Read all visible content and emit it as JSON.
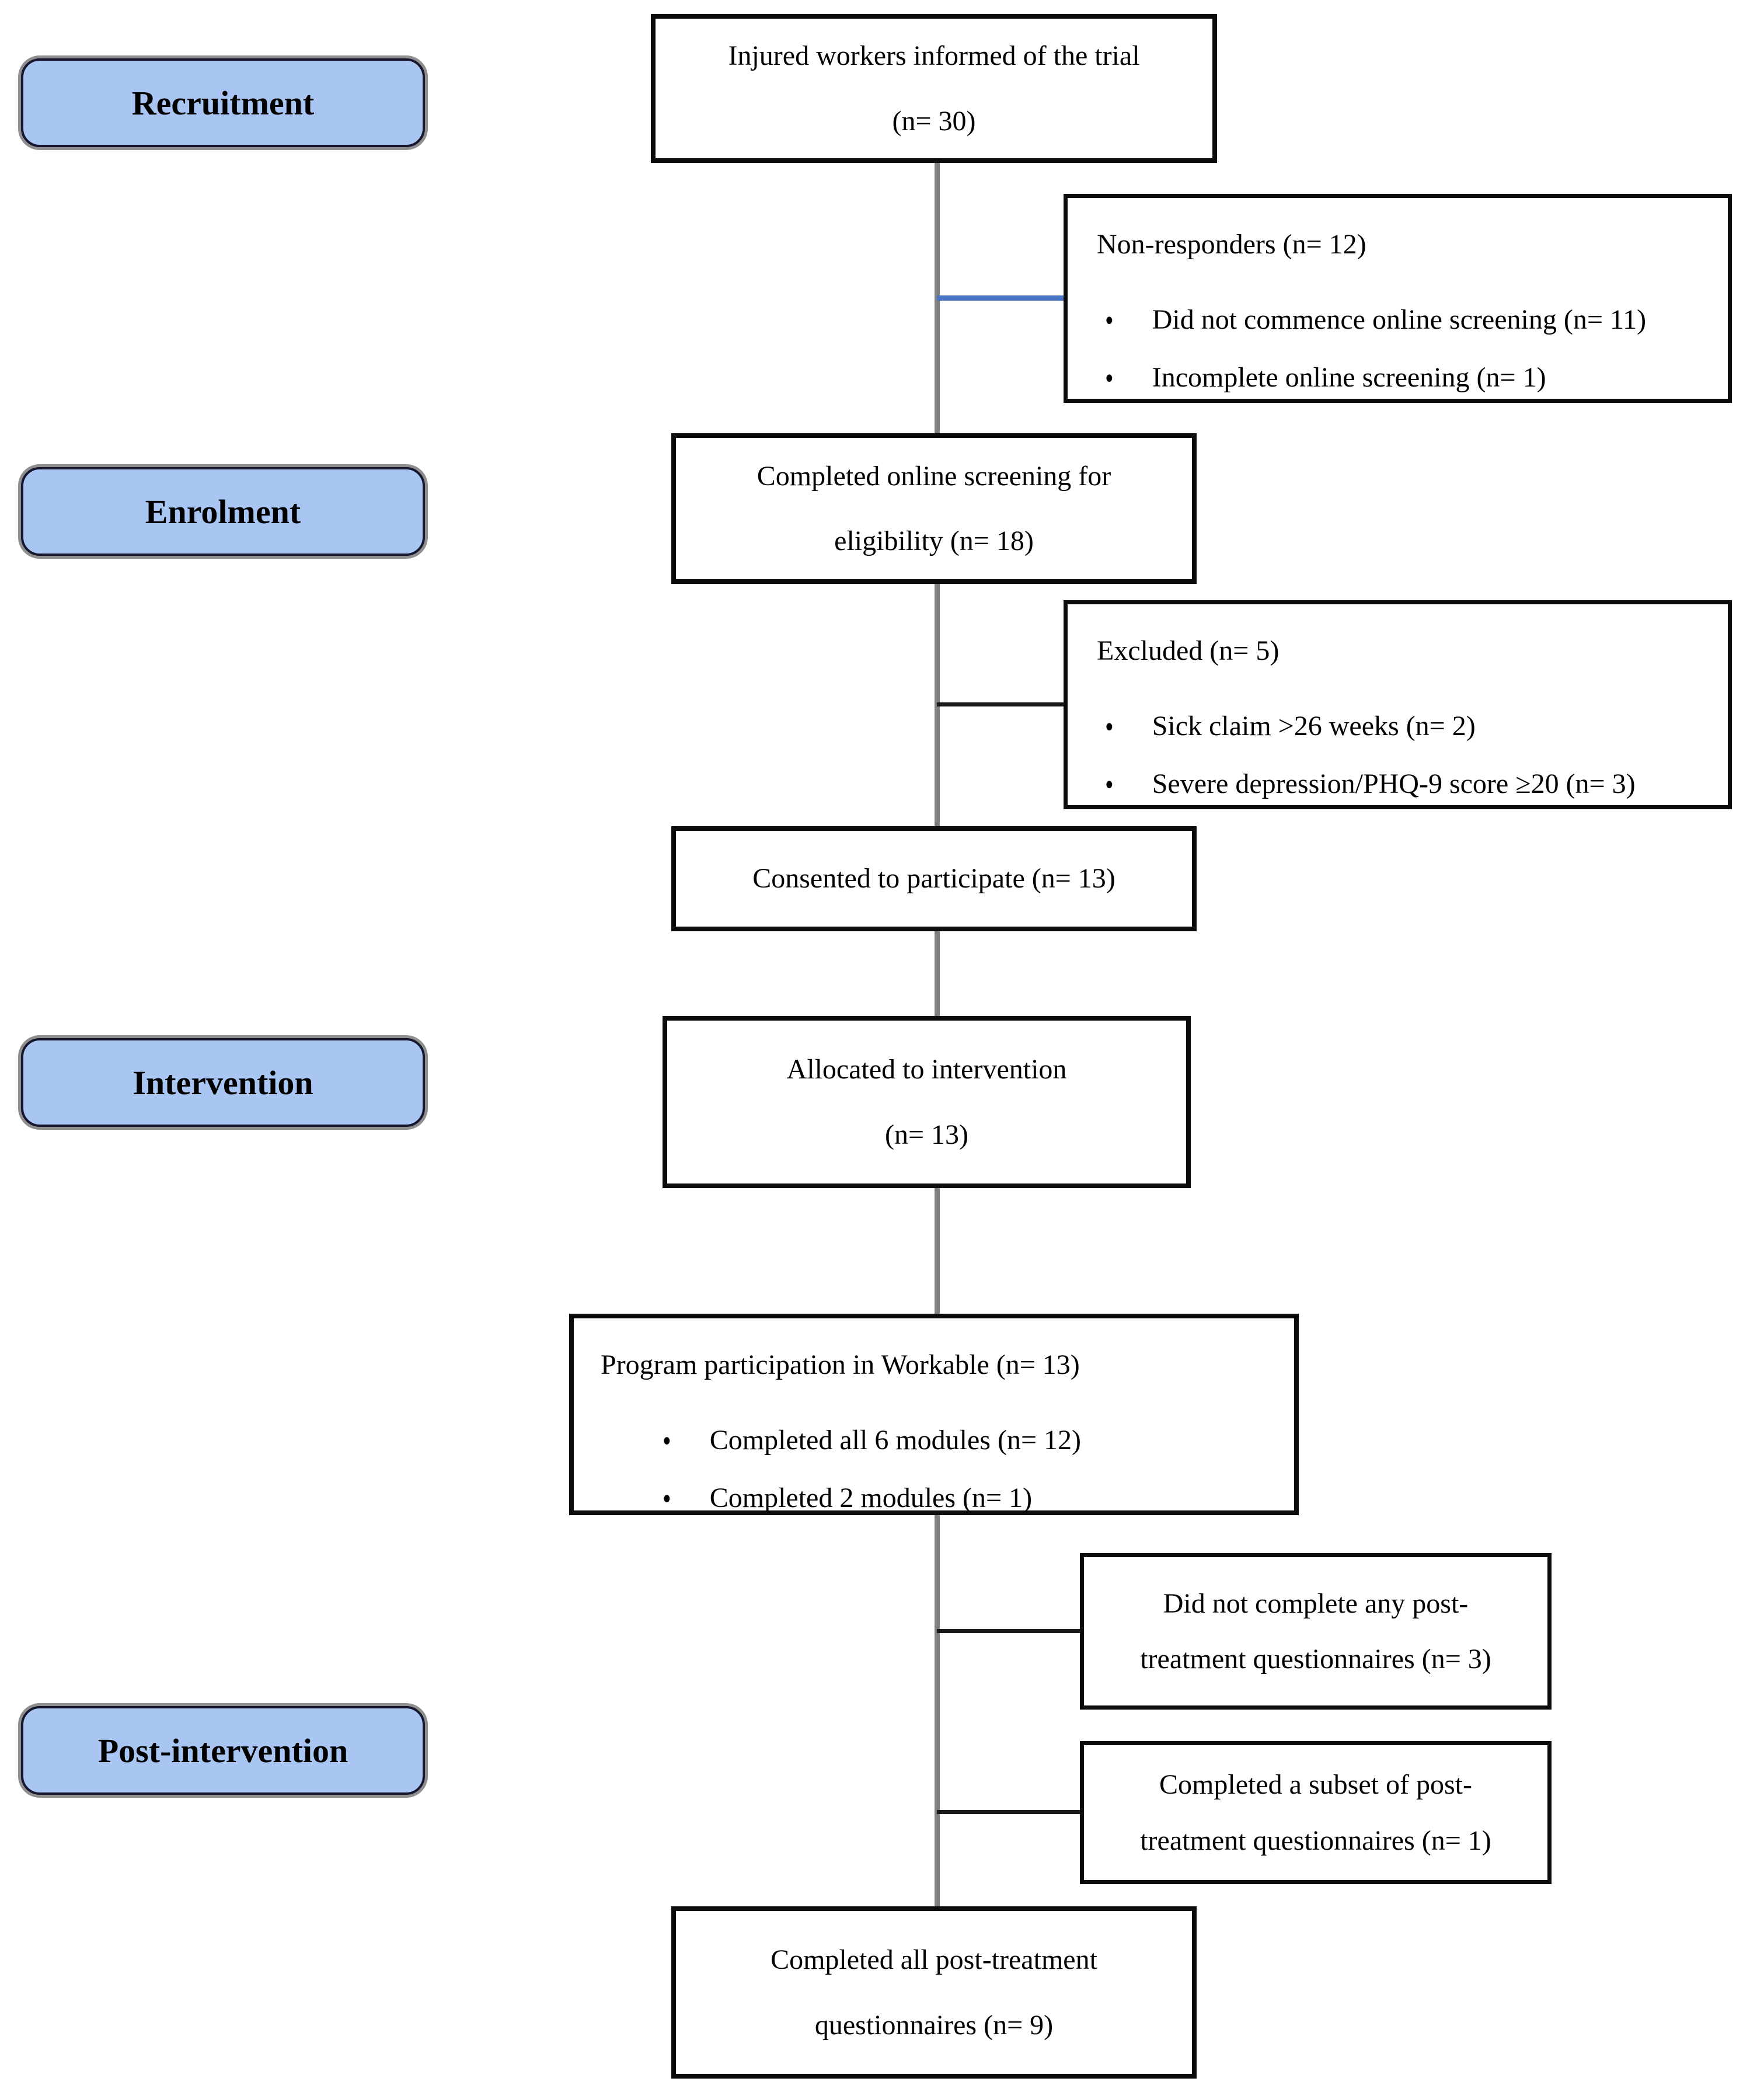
{
  "stages": {
    "recruitment": "Recruitment",
    "enrolment": "Enrolment",
    "intervention": "Intervention",
    "post_intervention": "Post-intervention"
  },
  "flow": {
    "informed": {
      "line1": "Injured workers informed of the trial",
      "line2": "(n= 30)"
    },
    "screening": {
      "line1": "Completed online screening for",
      "line2": "eligibility (n= 18)"
    },
    "consented": {
      "text": "Consented to participate (n= 13)"
    },
    "allocated": {
      "line1": "Allocated to intervention",
      "line2": "(n= 13)"
    },
    "participation": {
      "title": "Program participation in Workable (n= 13)",
      "items": [
        "Completed all 6 modules (n= 12)",
        "Completed 2 modules (n= 1)"
      ]
    },
    "completed_all": {
      "line1": "Completed all post-treatment",
      "line2": "questionnaires (n= 9)"
    }
  },
  "exclusions": {
    "non_responders": {
      "title": "Non-responders (n= 12)",
      "items": [
        "Did not commence online screening (n= 11)",
        "Incomplete online screening (n= 1)"
      ]
    },
    "excluded": {
      "title": "Excluded (n= 5)",
      "items": [
        "Sick claim >26 weeks (n= 2)",
        "Severe depression/PHQ-9 score ≥20 (n= 3)"
      ]
    },
    "no_post": {
      "line1": "Did not complete any post-",
      "line2": "treatment questionnaires (n= 3)"
    },
    "subset_post": {
      "line1": "Completed a subset of post-",
      "line2": "treatment questionnaires (n= 1)"
    }
  },
  "glyphs": {
    "bullet": "•"
  },
  "colors": {
    "stage_fill": "#a9c6f2",
    "stage_border": "#16162e",
    "stage_halo": "#8f8f8f",
    "box_border": "#0c0c0c",
    "trunk_gray": "#7f7f7f",
    "connector_blue": "#4a74c4",
    "connector_dark": "#1a1a1a"
  }
}
